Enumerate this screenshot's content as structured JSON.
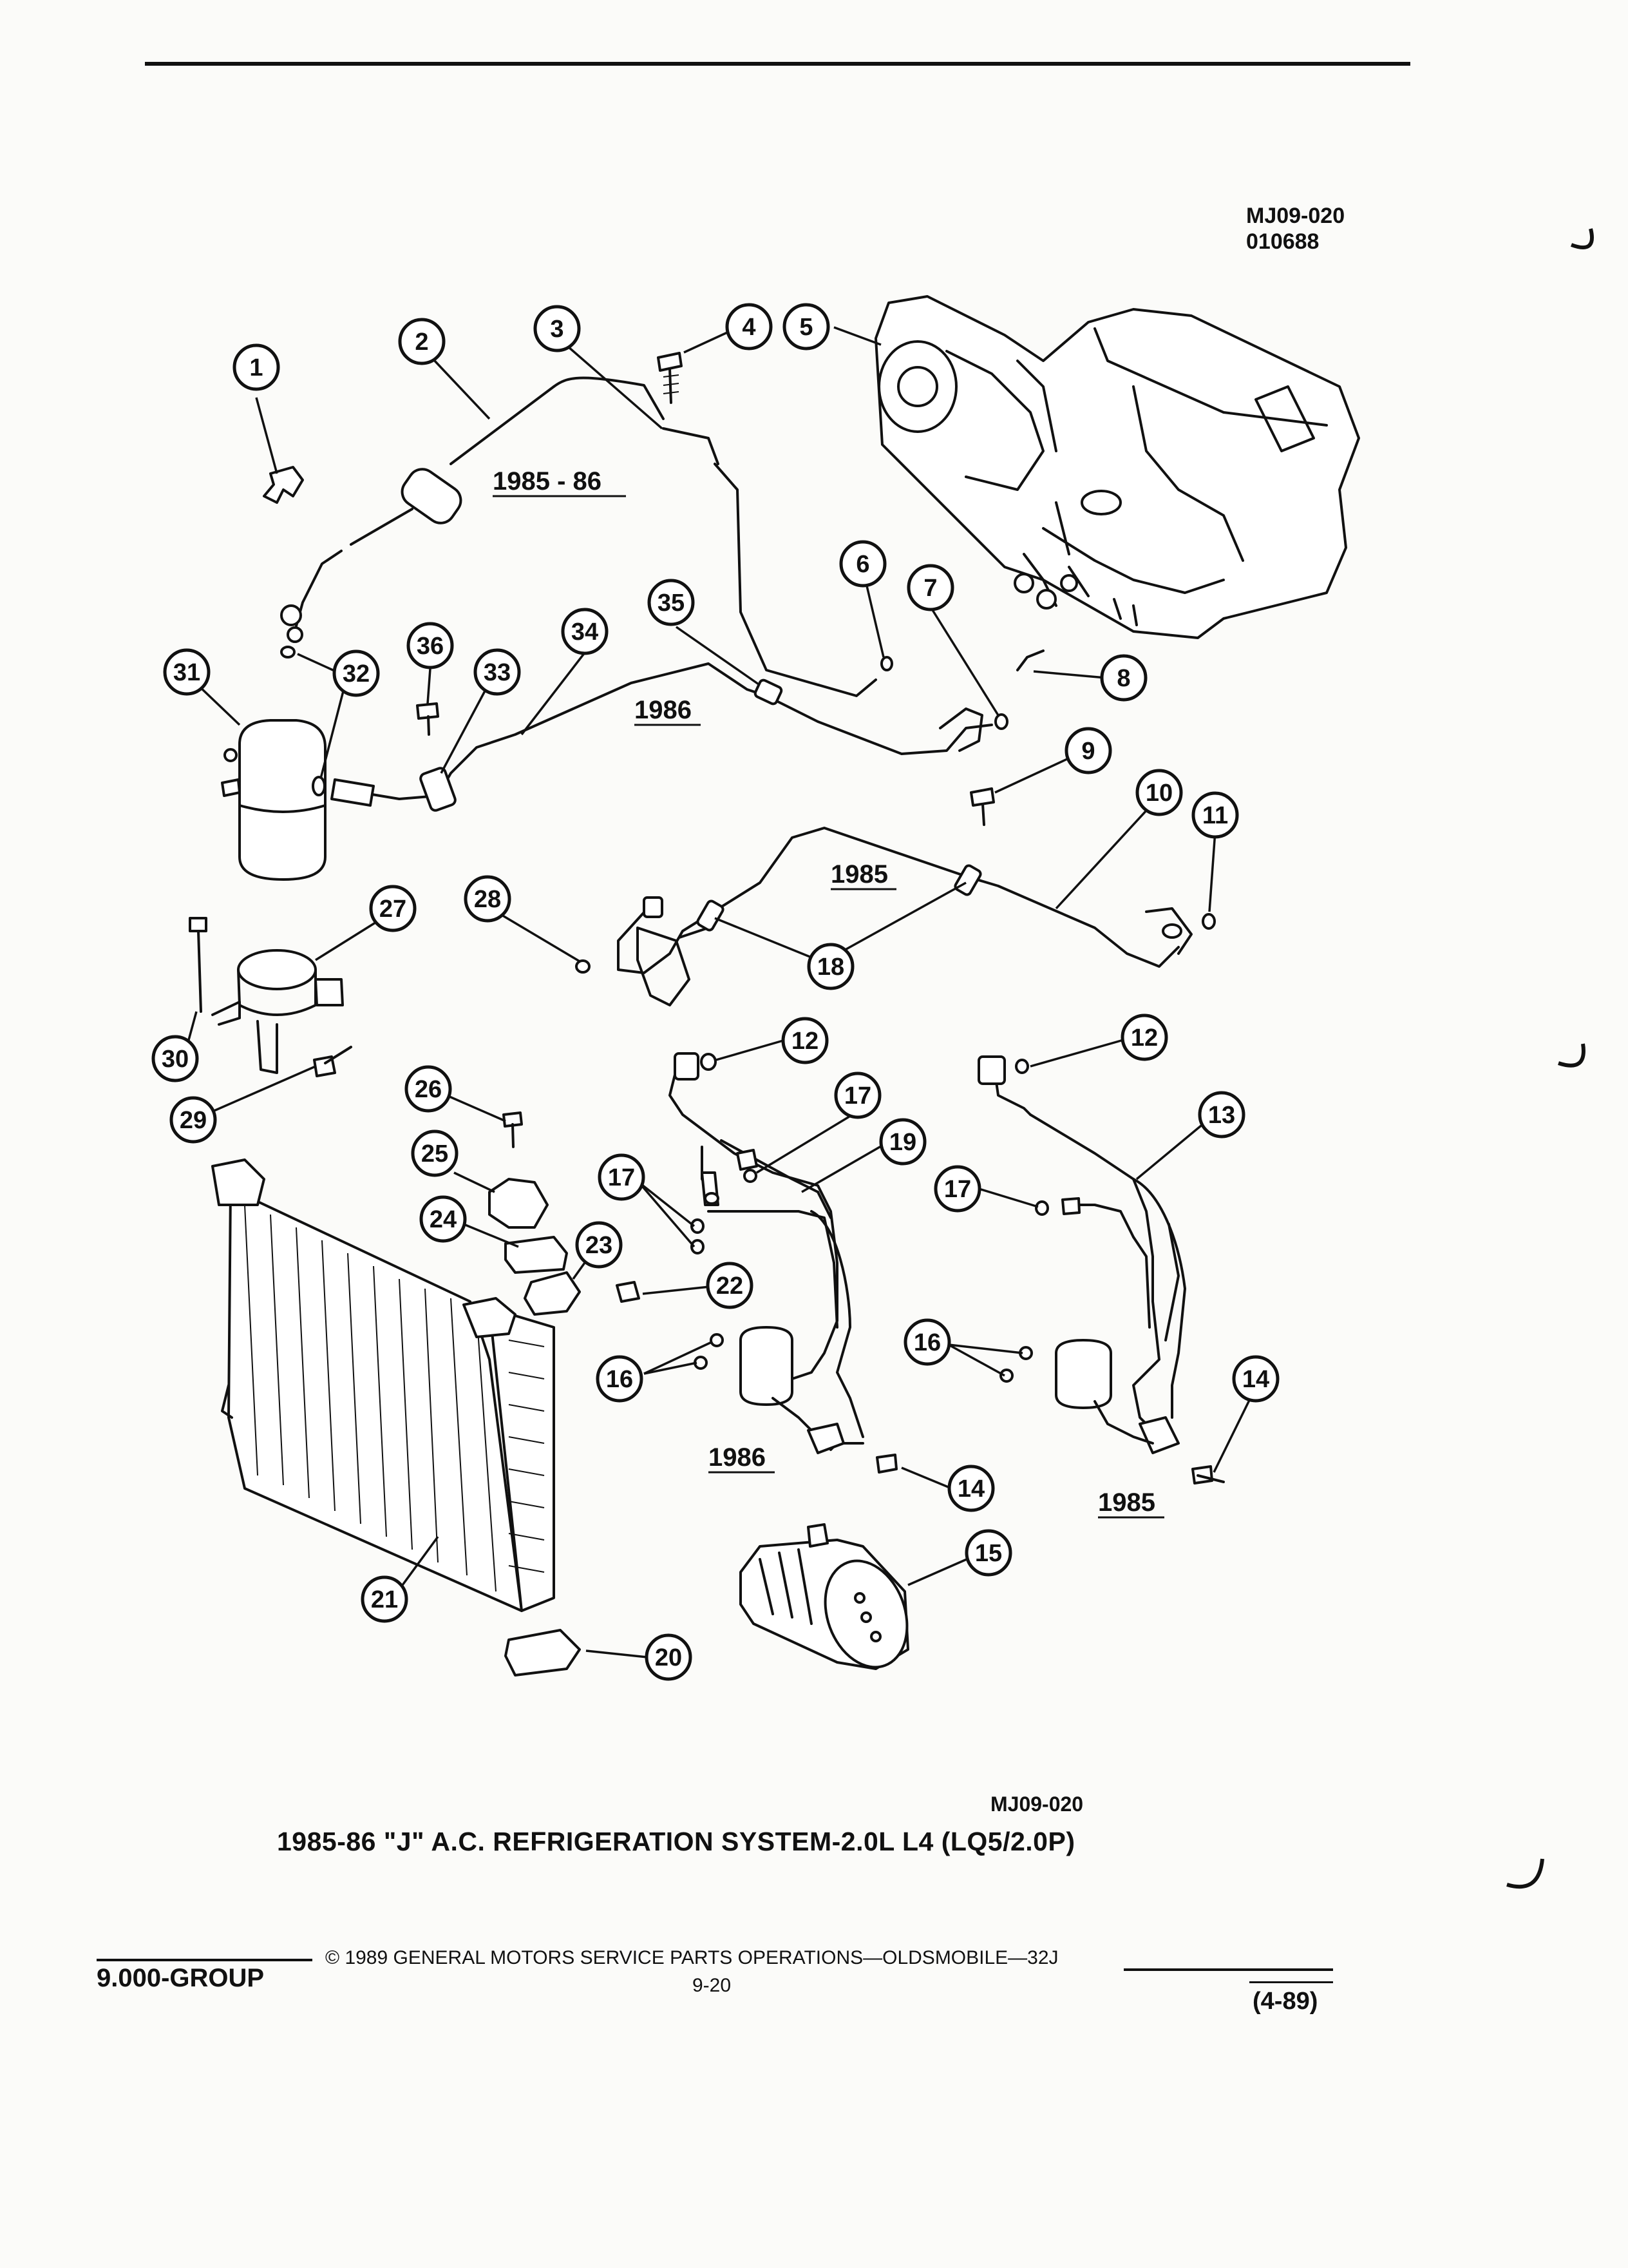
{
  "figure_code_top": [
    "MJ09-020",
    "010688"
  ],
  "figure_code_bottom": "MJ09-020",
  "figure_title": "1985-86 \"J\" A.C. REFRIGERATION SYSTEM-2.0L L4 (LQ5/2.0P)",
  "year_labels": [
    "1985 - 86",
    "1986",
    "1985",
    "1986",
    "1985"
  ],
  "callouts": [
    "1",
    "2",
    "3",
    "4",
    "5",
    "6",
    "7",
    "8",
    "9",
    "10",
    "11",
    "12",
    "13",
    "14",
    "15",
    "16",
    "17",
    "18",
    "19",
    "20",
    "21",
    "22",
    "23",
    "24",
    "25",
    "26",
    "27",
    "28",
    "29",
    "30",
    "31",
    "32",
    "33",
    "34",
    "35",
    "36",
    "12",
    "14",
    "16",
    "17",
    "17"
  ],
  "footer": {
    "group": "9.000-GROUP",
    "copyright": "© 1989 GENERAL MOTORS SERVICE PARTS OPERATIONS—OLDSMOBILE—32J",
    "page": "9-20",
    "date": "(4-89)"
  }
}
